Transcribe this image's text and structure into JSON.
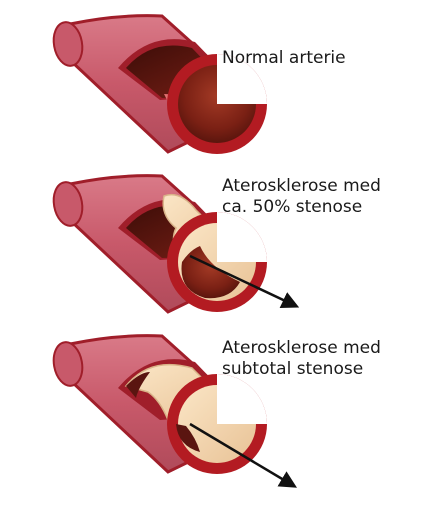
{
  "panels": [
    {
      "id": "normal",
      "lines": [
        "Normal arterie"
      ],
      "stenosis_percent": 0,
      "arrow": false
    },
    {
      "id": "moderate",
      "lines": [
        "Aterosklerose med",
        "ca. 50% stenose"
      ],
      "stenosis_percent": 50,
      "arrow": true
    },
    {
      "id": "subtotal",
      "lines": [
        "Aterosklerose med",
        "subtotal stenose"
      ],
      "stenosis_percent": 90,
      "arrow": true
    }
  ],
  "colors": {
    "outer_wall": "#c8596a",
    "wall_edge": "#a01e2a",
    "wall_ring": "#b31b22",
    "lumen_dark": "#5a1510",
    "lumen_mid": "#8f2a1c",
    "plaque": "#f5d8b0",
    "plaque_edge": "#d9b489",
    "arrow": "#111111"
  }
}
